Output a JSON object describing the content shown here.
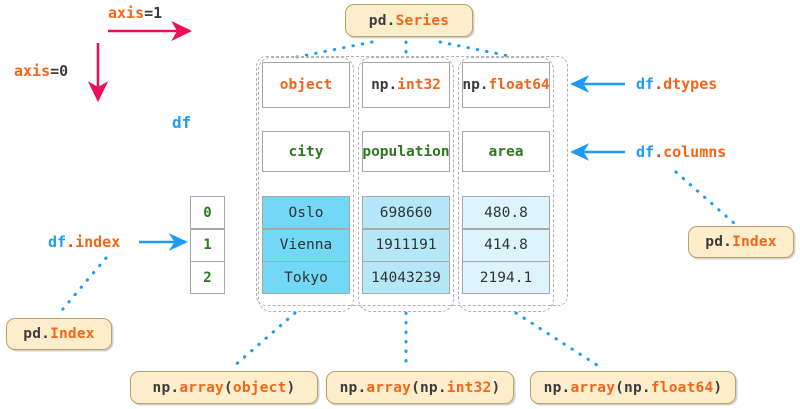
{
  "axes": {
    "axis1": {
      "name": "axis",
      "value": "=1"
    },
    "axis0": {
      "name": "axis",
      "value": "=0"
    }
  },
  "df_label": "df",
  "callouts": {
    "series": {
      "prefix": "pd.",
      "name": "Series"
    },
    "index_right": {
      "prefix": "pd.",
      "name": "Index"
    },
    "index_left": {
      "prefix": "pd.",
      "name": "Index"
    },
    "array_object": {
      "prefix": "np.",
      "fn": "array",
      "open": "(",
      "arg": "object",
      "close": ")"
    },
    "array_int32": {
      "prefix": "np.",
      "fn": "array",
      "open": "(np.",
      "arg": "int32",
      "close": ")"
    },
    "array_float64": {
      "prefix": "np.",
      "fn": "array",
      "open": "(np.",
      "arg": "float64",
      "close": ")"
    }
  },
  "attributes": {
    "dtypes": {
      "obj": "df",
      "dot": ".",
      "attr": "dtypes"
    },
    "columns": {
      "obj": "df",
      "dot": ".",
      "attr": "columns"
    },
    "index": {
      "obj": "df",
      "dot": ".",
      "attr": "index"
    }
  },
  "table": {
    "dtypes_row": [
      {
        "prefix": "",
        "name": "object"
      },
      {
        "prefix": "np.",
        "name": "int32"
      },
      {
        "prefix": "np.",
        "name": "float64"
      }
    ],
    "columns_row": [
      "city",
      "population",
      "area"
    ],
    "index_values": [
      "0",
      "1",
      "2"
    ],
    "rows": [
      [
        "Oslo",
        "698660",
        "480.8"
      ],
      [
        "Vienna",
        "1911191",
        "414.8"
      ],
      [
        "Tokyo",
        "14043239",
        "2194.1"
      ]
    ]
  },
  "colors": {
    "col1_fill": "#72d8f5",
    "col2_fill": "#b4e8f8",
    "col3_fill": "#ddf4fc",
    "arrow_pink": "#e8125c",
    "arrow_blue": "#1e9cf5",
    "dotted_blue": "#1e9cf5",
    "pill_bg": "#fdeecb",
    "pill_border": "#b9a06e",
    "orange": "#f4651a",
    "green": "#2b7a1e"
  }
}
